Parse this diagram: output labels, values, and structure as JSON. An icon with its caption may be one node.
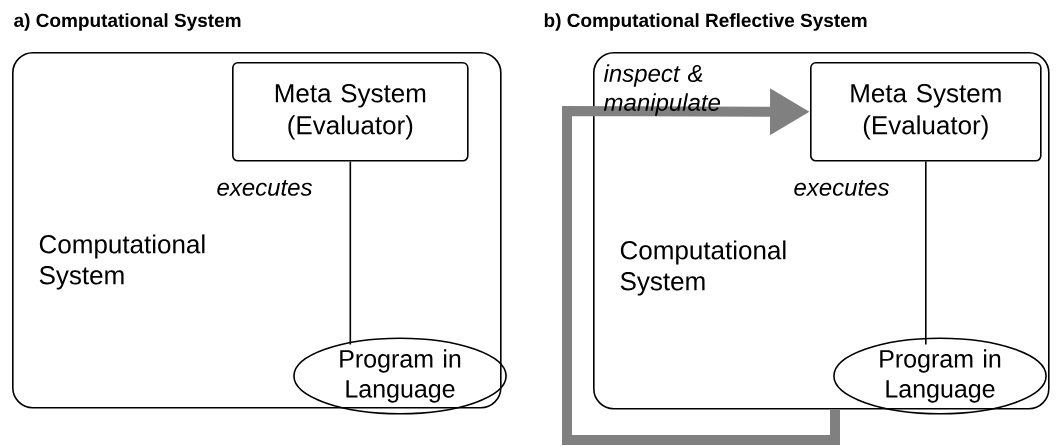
{
  "diagram": {
    "nodes": [
      {
        "text": [
          "Computational System"
        ]
      },
      {
        "text": [
          "Meta System (Evaluator)"
        ],
        "in": 0
      },
      {
        "text": [
          "Program in Language"
        ],
        "in": 0
      },
      {
        "text": [
          "Computational System"
        ]
      },
      {
        "text": [
          "Meta System (Evaluator)"
        ],
        "in": 3
      },
      {
        "text": [
          "Program in Language"
        ],
        "in": 3
      }
    ],
    "edges": [
      {
        "from": 1,
        "to": 2,
        "arrow": "none",
        "label": "executes"
      },
      {
        "from": 4,
        "to": 5,
        "arrow": "none",
        "label": "executes"
      },
      {
        "from": 3,
        "to": 4,
        "arrow": "to",
        "label": "inspect & manipulate",
        "style": "thick",
        "color": "#808080"
      }
    ],
    "labels": [
      "a) Computational System",
      "b) Computational Reflective System"
    ]
  }
}
